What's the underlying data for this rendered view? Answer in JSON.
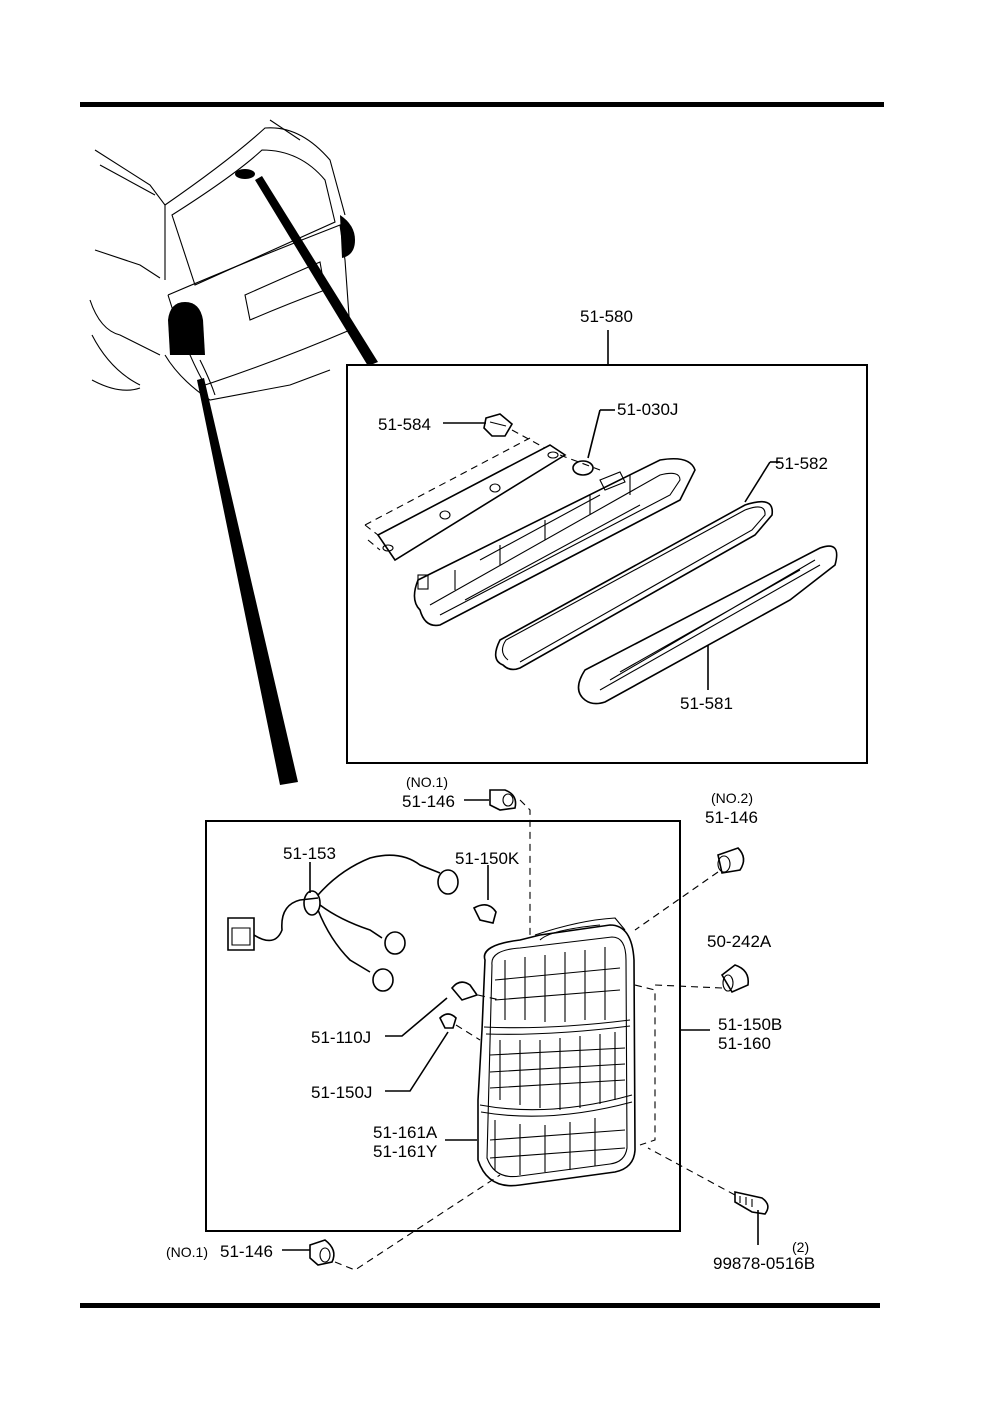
{
  "labels": {
    "assy_high_mount": "51-580",
    "screw_high_mount": "51-584",
    "clip_high_mount": "51-030J",
    "gasket_high_mount": "51-582",
    "lens_high_mount": "51-581",
    "no1_top": "(NO.1)",
    "clip_no1_top": "51-146",
    "no2": "(NO.2)",
    "clip_no2": "51-146",
    "socket_harness": "51-153",
    "bulb_150k": "51-150K",
    "grommet": "50-242A",
    "assy_rear_combo_1": "51-150B",
    "assy_rear_combo_2": "51-160",
    "bulb_110j": "51-110J",
    "bulb_150j": "51-150J",
    "lens_combo_1": "51-161A",
    "lens_combo_2": "51-161Y",
    "no1_bottom": "(NO.1)",
    "clip_no1_bottom": "51-146",
    "qty_screw": "(2)",
    "screw_bottom": "99878-0516B"
  }
}
